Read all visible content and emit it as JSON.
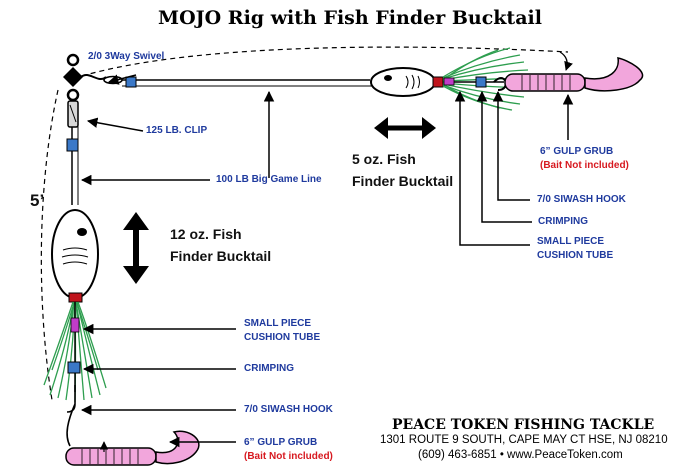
{
  "title": "MOJO Rig with Fish Finder Bucktail",
  "labels": {
    "swivel": "2/0 3Way Swivel",
    "clip": "125 LB. CLIP",
    "game_line": "100 LB Big Game Line",
    "length": "5’",
    "bucktail_12_line1": "12 oz. Fish",
    "bucktail_12_line2": "Finder Bucktail",
    "bucktail_5_line1": "5 oz. Fish",
    "bucktail_5_line2": "Finder Bucktail"
  },
  "upper_parts": {
    "grub": "6” GULP GRUB",
    "bait_note": "(Bait Not included)",
    "hook": "7/0 SIWASH HOOK",
    "crimping": "CRIMPING",
    "cushion_line1": "SMALL PIECE",
    "cushion_line2": "CUSHION TUBE"
  },
  "lower_parts": {
    "cushion_line1": "SMALL PIECE",
    "cushion_line2": "CUSHION TUBE",
    "crimping": "CRIMPING",
    "hook": "7/0 SIWASH HOOK",
    "grub": "6” GULP GRUB",
    "bait_note": "(Bait Not included)"
  },
  "company": {
    "name": "PEACE TOKEN FISHING TACKLE",
    "address": "1301 ROUTE 9 SOUTH, CAPE MAY CT HSE, NJ 08210",
    "contact": "(609) 463-6851 • www.PeaceToken.com"
  },
  "colors": {
    "label_blue": "#1f3a9e",
    "note_red": "#d71920",
    "bucktail_hair": "#2e9e4f",
    "grub_pink": "#f2a6dc",
    "cushion_tube": "#c03cc8",
    "crimp": "#3a78c8",
    "bucktail_head": "#c0141c"
  }
}
